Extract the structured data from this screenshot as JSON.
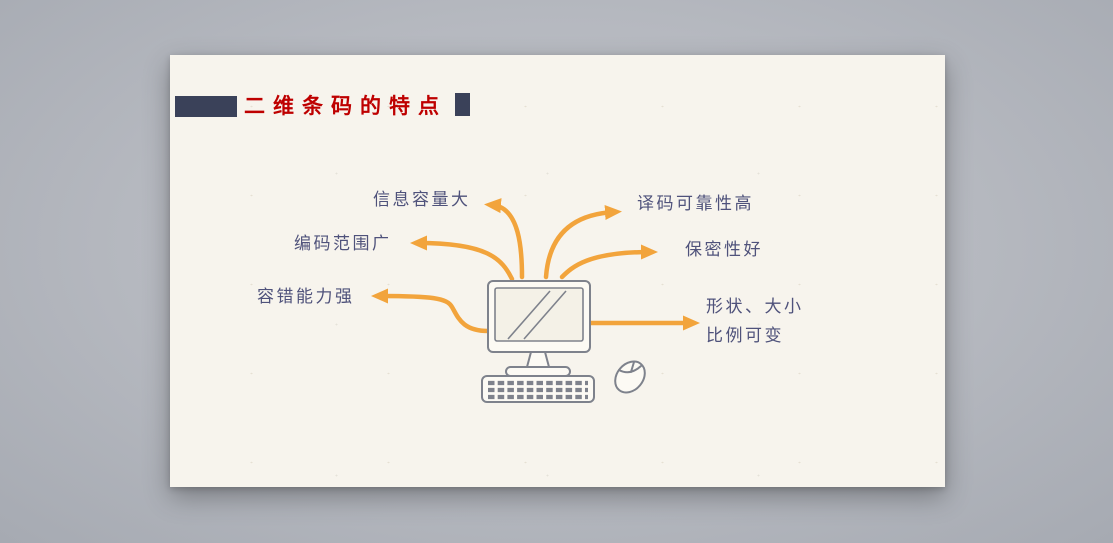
{
  "slide": {
    "title": "二维条码的特点",
    "features": {
      "info_capacity": "信息容量大",
      "encoding_range": "编码范围广",
      "error_tolerance": "容错能力强",
      "decoding_reliability": "译码可靠性高",
      "confidentiality": "保密性好",
      "shape_line1": "形状、大小",
      "shape_line2": "比例可变"
    },
    "icons": [
      "computer-icon",
      "mouse-icon",
      "arrow-connector"
    ],
    "colors": {
      "accent_orange": "#F2A43C",
      "title_red": "#BE0000",
      "navy": "#3A4159",
      "label_blue": "#4F527B",
      "sketch_gray": "#7E828C",
      "slide_bg": "#F7F4ED",
      "desktop_bg": "#B5B8BF"
    }
  }
}
